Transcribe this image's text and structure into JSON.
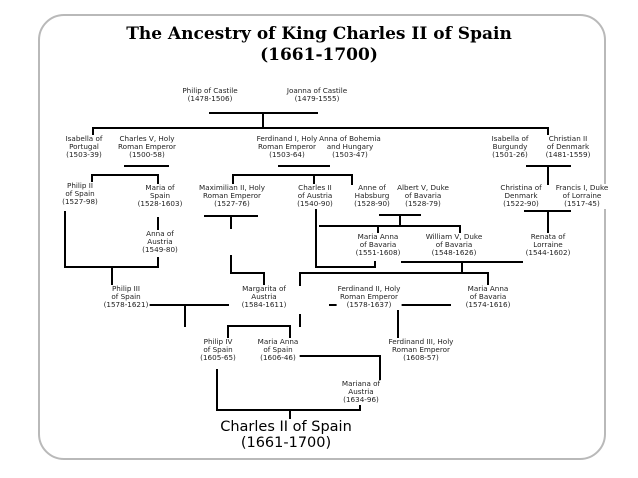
{
  "title_line1": "The Ancestry of King Charles II of Spain",
  "title_line2": "(1661-1700)",
  "people": {
    "philip_castile": "Philip of Castile\n(1478-1506)",
    "joanna_castile": "Joanna of Castile\n(1479-1555)",
    "isabella_portugal": "Isabella of\nPortugal\n(1503-39)",
    "charles_v": "Charles V, Holy\nRoman Emperor\n(1500-58)",
    "ferdinand_i": "Ferdinand I, Holy\nRoman Emperor\n(1503-64)",
    "anna_bohemia": "Anna of Bohemia\nand Hungary\n(1503-47)",
    "isabella_burgundy": "Isabella of\nBurgundy\n(1501-26)",
    "christian_ii": "Christian II\nof Denmark\n(1481-1559)",
    "philip_ii": "Philip II\nof Spain\n(1527-98)",
    "maria_spain": "Maria of\nSpain\n(1528-1603)",
    "maximilian_ii": "Maximilian II, Holy\nRoman Emperor\n(1527-76)",
    "charles_ii_austria": "Charles II\nof Austria\n(1540-90)",
    "anne_habsburg": "Anne of\nHabsburg\n(1528-90)",
    "albert_v": "Albert V, Duke\nof Bavaria\n(1528-79)",
    "christina_denmark": "Christina of\nDenmark\n(1522-90)",
    "francis_i": "Francis I, Duke\nof Lorraine\n(1517-45)",
    "anna_austria": "Anna of\nAustria\n(1549-80)",
    "maria_anna_bavaria_1551": "Maria Anna\nof Bavaria\n(1551-1608)",
    "william_v": "William V, Duke\nof Bavaria\n(1548-1626)",
    "renata_lorraine": "Renata of\nLorraine\n(1544-1602)",
    "philip_iii": "Philip III\nof Spain\n(1578-1621)",
    "margarita_austria": "Margarita of\nAustria\n(1584-1611)",
    "ferdinand_ii": "Ferdinand II, Holy\nRoman Emperor\n(1578-1637)",
    "maria_anna_bavaria_1574": "Maria Anna\nof Bavaria\n(1574-1616)",
    "philip_iv": "Philip IV\nof Spain\n(1605-65)",
    "maria_anna_spain": "Maria Anna\nof Spain\n(1606-46)",
    "ferdinand_iii": "Ferdinand III, Holy\nRoman Emperor\n(1608-57)",
    "mariana_austria": "Mariana of\nAustria\n(1634-96)",
    "charles_ii_spain": "Charles II of Spain\n(1661-1700)"
  }
}
